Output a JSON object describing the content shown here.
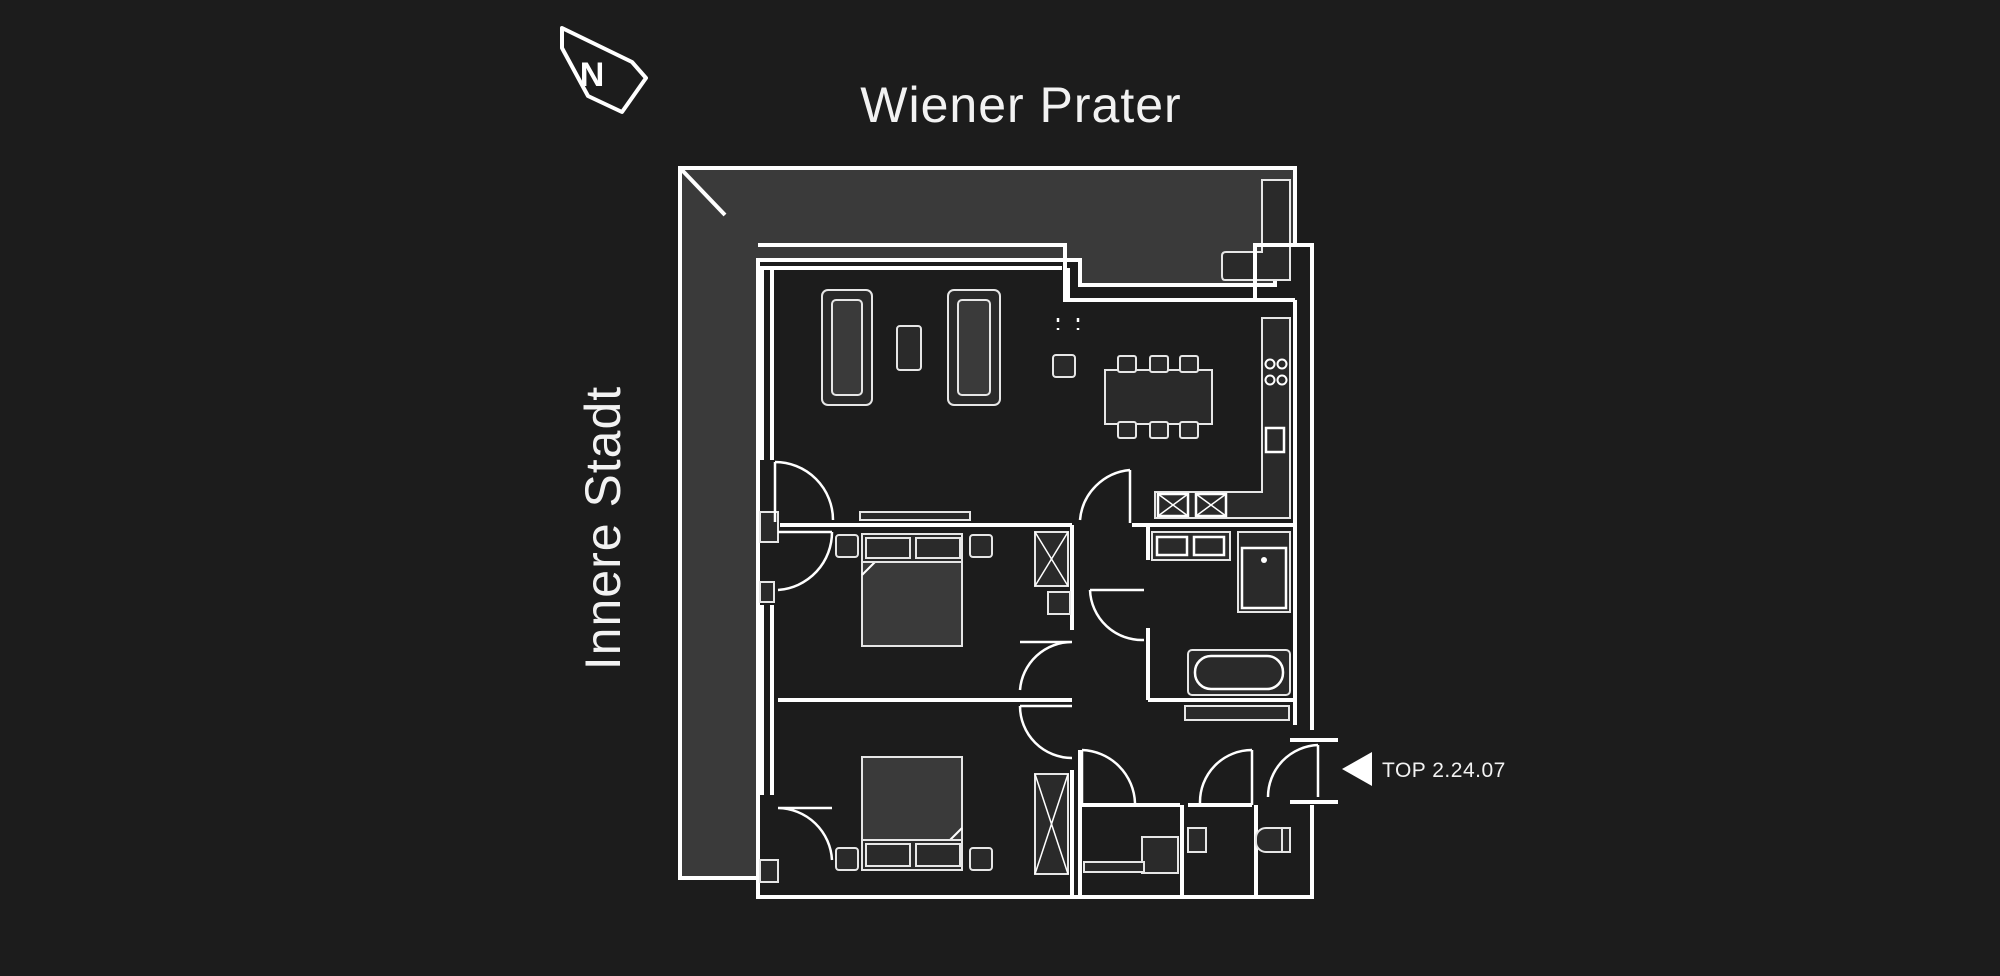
{
  "north": {
    "letter": "N",
    "icon": "north-arrow-icon"
  },
  "streets": {
    "top": "Wiener Prater",
    "left": "Innere Stadt"
  },
  "unit": {
    "label": "TOP 2.24.07",
    "marker_icon": "entrance-arrow-icon"
  },
  "colors": {
    "background": "#1c1c1c",
    "lines": "#ffffff",
    "terrace": "#3a3a3a"
  }
}
